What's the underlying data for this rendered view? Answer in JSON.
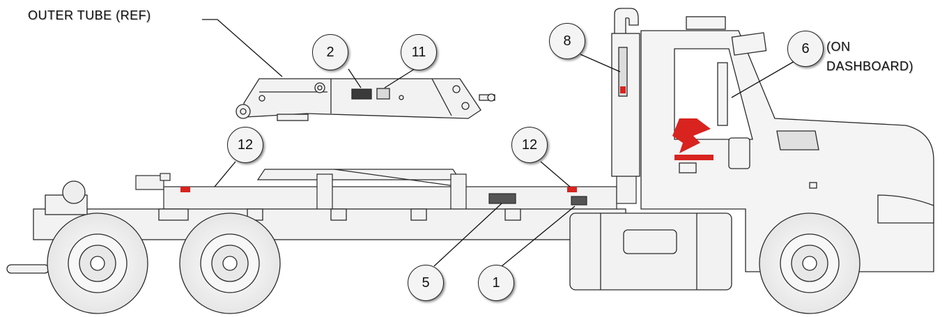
{
  "labels": {
    "outer_tube": "OUTER TUBE (REF)",
    "dashboard_line1": "(ON",
    "dashboard_line2": "DASHBOARD)"
  },
  "callouts": {
    "c2": "2",
    "c11": "11",
    "c8": "8",
    "c6": "6",
    "c12_left": "12",
    "c12_right": "12",
    "c5": "5",
    "c1": "1"
  },
  "colors": {
    "line": "#2a2a2a",
    "fill": "#efefef",
    "accent_red": "#d8231f"
  }
}
